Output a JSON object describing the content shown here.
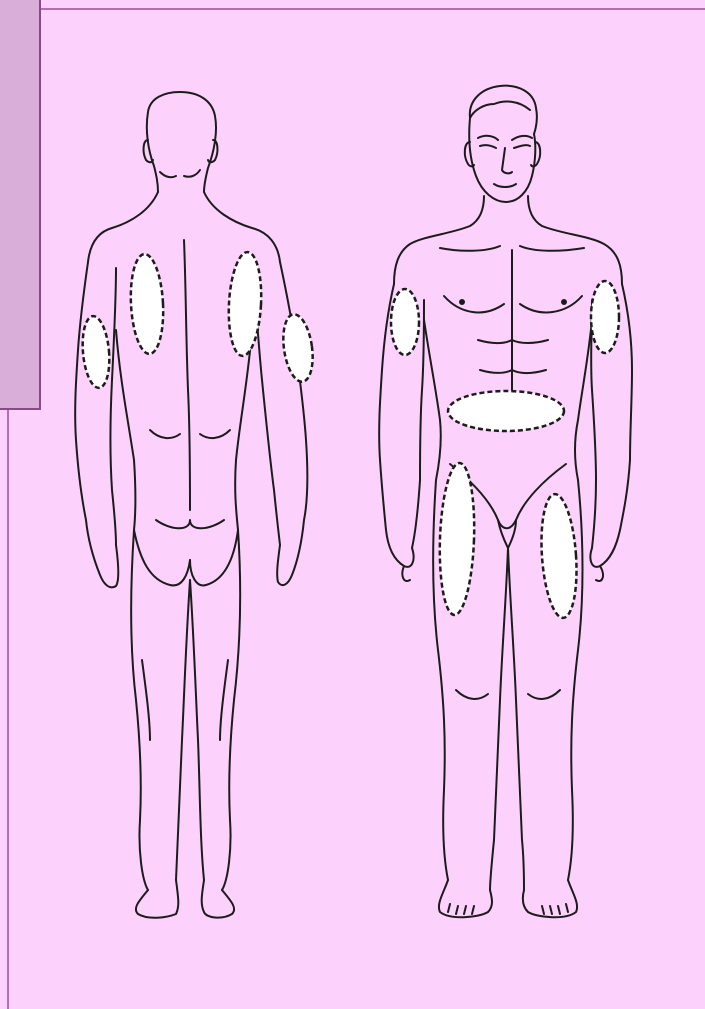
{
  "colors": {
    "background": "#fcd2fc",
    "frame_border": "#a04a9c",
    "side_panel": "#d9aed8",
    "side_panel_border": "#8a4a86",
    "outline": "#1c1c1c",
    "injection_site_fill": "#ffffff"
  },
  "figures": [
    {
      "id": "back-view",
      "icon": "human-figure-back-icon"
    },
    {
      "id": "front-view",
      "icon": "human-figure-front-icon"
    }
  ],
  "injection_sites": {
    "back": [
      "left-upper-back",
      "right-upper-back",
      "left-upper-arm-back",
      "right-upper-arm-back"
    ],
    "front": [
      "abdomen",
      "right-upper-arm-front",
      "left-upper-arm-front",
      "right-thigh",
      "left-thigh"
    ]
  }
}
